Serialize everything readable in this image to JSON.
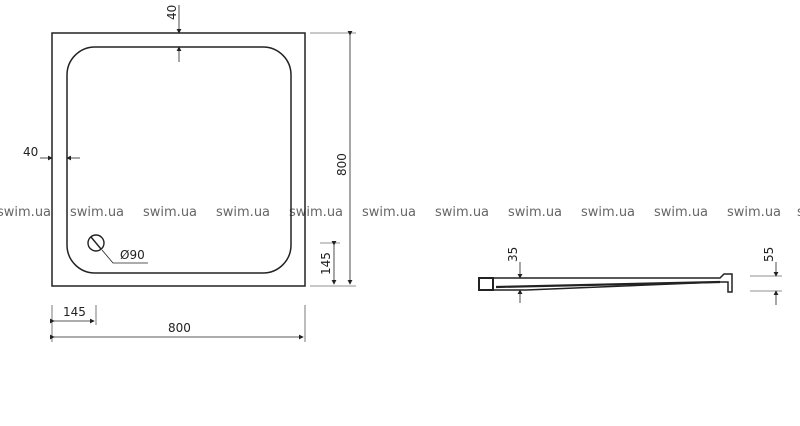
{
  "plan": {
    "top_margin": "40",
    "left_margin": "40",
    "height": "800",
    "drain_offset_v": "145",
    "drain_offset_h": "145",
    "width": "800",
    "drain_diameter": "Ø90"
  },
  "profile": {
    "depth": "35",
    "total_height": "55"
  },
  "watermark": "swim.ua"
}
